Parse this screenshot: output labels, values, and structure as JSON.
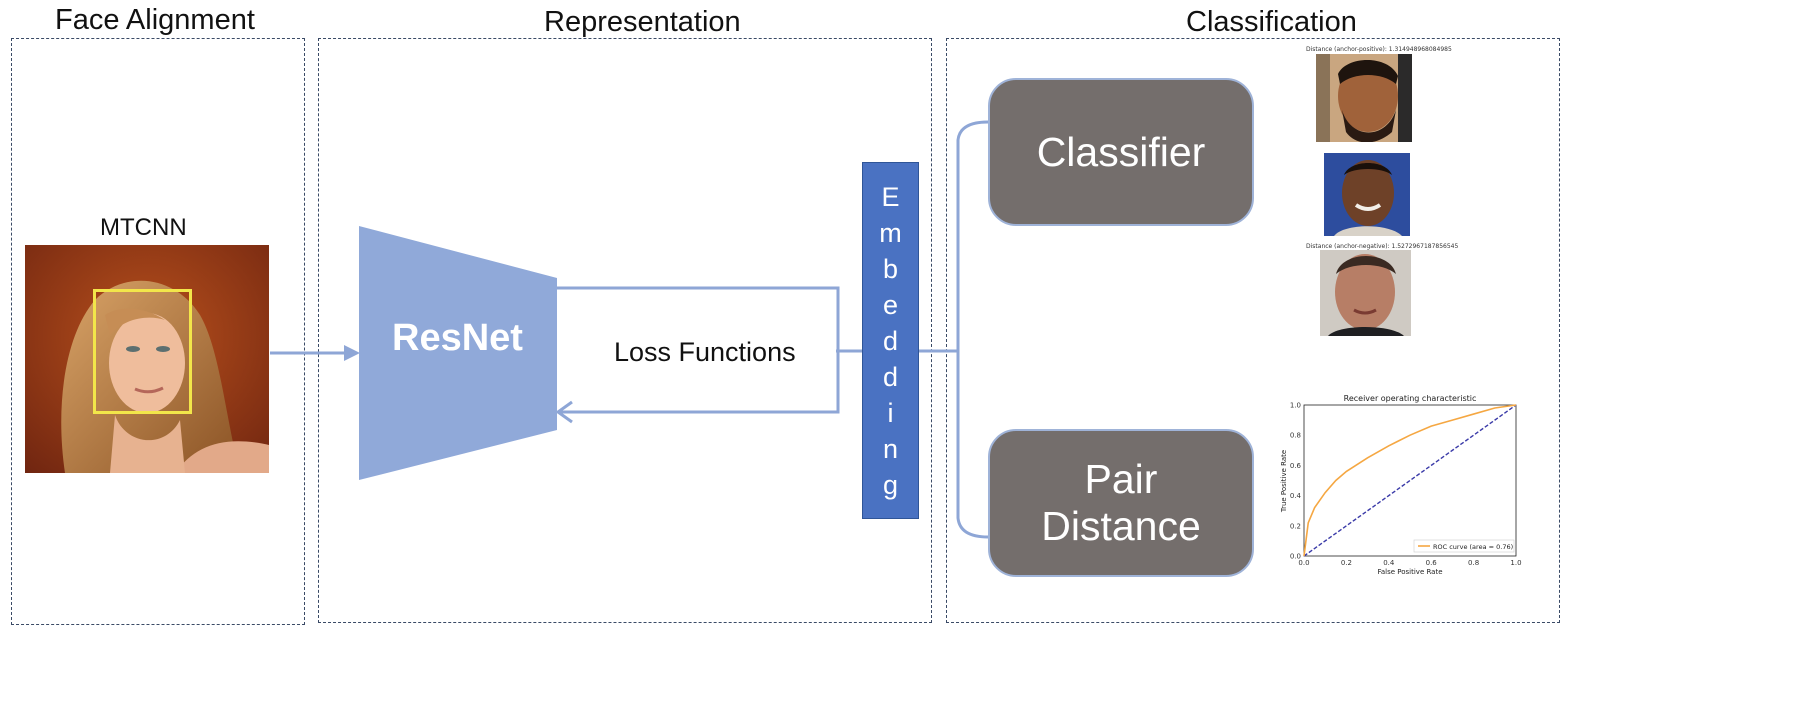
{
  "sections": {
    "face_alignment": "Face Alignment",
    "representation": "Representation",
    "classification": "Classification"
  },
  "face_alignment": {
    "detector_label": "MTCNN"
  },
  "representation": {
    "network_label": "ResNet",
    "loss_label": "Loss Functions",
    "embedding_letters": [
      "E",
      "m",
      "b",
      "e",
      "d",
      "d",
      "i",
      "n",
      "g"
    ]
  },
  "classification": {
    "classifier_label": "Classifier",
    "pair_distance_label": "Pair\nDistance",
    "triplet": {
      "positive_title": "Distance (anchor-positive): 1.314948968084985",
      "negative_title": "Distance (anchor-negative): 1.5272967187856545"
    },
    "roc": {
      "title": "Receiver operating characteristic",
      "xlabel": "False Positive Rate",
      "ylabel": "True Positive Rate",
      "legend": "ROC curve (area = 0.76)"
    }
  },
  "colors": {
    "panel_border": "#3a4a66",
    "arrow": "#8ea6d6",
    "resnet_fill": "#90a9d9",
    "embedding_fill": "#4a72c2",
    "box_fill": "#746e6c",
    "box_border": "#9fb3d8",
    "detection_box": "#f2e64a",
    "roc_curve": "#f5a742",
    "roc_diagonal": "#3a3aa8"
  },
  "chart_data": {
    "type": "line",
    "title": "Receiver operating characteristic",
    "xlabel": "False Positive Rate",
    "ylabel": "True Positive Rate",
    "xlim": [
      0,
      1.0
    ],
    "ylim": [
      0,
      1.0
    ],
    "xticks": [
      "0.0",
      "0.2",
      "0.4",
      "0.6",
      "0.8",
      "1.0"
    ],
    "yticks": [
      "0.0",
      "0.2",
      "0.4",
      "0.6",
      "0.8",
      "1.0"
    ],
    "legend_position": "lower right",
    "series": [
      {
        "name": "ROC curve (area = 0.76)",
        "x": [
          0,
          0.02,
          0.05,
          0.1,
          0.15,
          0.2,
          0.3,
          0.4,
          0.5,
          0.6,
          0.7,
          0.8,
          0.9,
          1.0
        ],
        "y": [
          0,
          0.22,
          0.32,
          0.42,
          0.5,
          0.56,
          0.65,
          0.73,
          0.8,
          0.86,
          0.9,
          0.94,
          0.98,
          1.0
        ]
      },
      {
        "x": [
          0,
          1.0
        ],
        "y": [
          0,
          1.0
        ]
      }
    ]
  }
}
